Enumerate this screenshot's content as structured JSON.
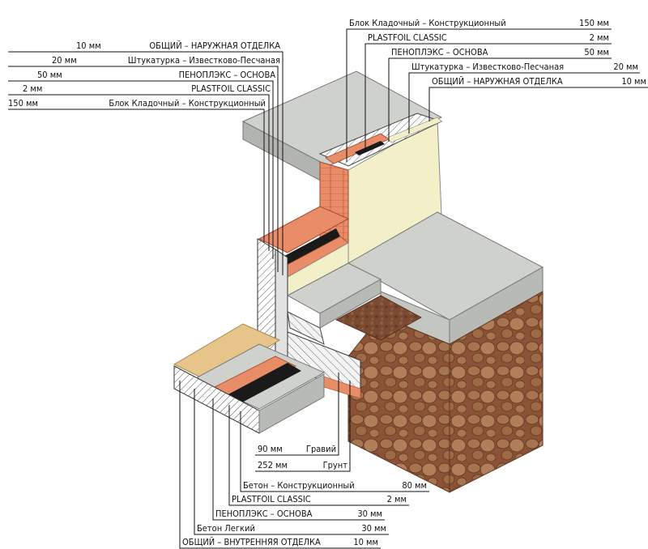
{
  "title": "",
  "colors": {
    "slab_top": "#cfd1cc",
    "slab_side": "#a9aba6",
    "slab_front": "#bdbfba",
    "brick": "#e98c68",
    "brick_dark": "#c66344",
    "insulation": "#1a1a1a",
    "plaster": "#f3efc9",
    "plaster_side": "#e4dfb3",
    "gravel": "#a6744e",
    "soil": "#8a5236",
    "wood": "#e6c48a",
    "hatch": "#ffffff"
  },
  "labels_wall_left": [
    {
      "thickness": "10 мм",
      "text": "ОБЩИЙ – НАРУЖНАЯ ОТДЕЛКА"
    },
    {
      "thickness": "20 мм",
      "text": "Штукатурка – Известково-Песчаная"
    },
    {
      "thickness": "50 мм",
      "text": "ПЕНОПЛЭКС – ОСНОВА"
    },
    {
      "thickness": "2 мм",
      "text": "PLASTFOIL CLASSIC"
    },
    {
      "thickness": "150 мм",
      "text": "Блок Кладочный – Конструкционный"
    }
  ],
  "labels_wall_right": [
    {
      "text": "Блок Кладочный – Конструкционный",
      "thickness": "150 мм"
    },
    {
      "text": "PLASTFOIL CLASSIC",
      "thickness": "2 мм"
    },
    {
      "text": "ПЕНОПЛЭКС – ОСНОВА",
      "thickness": "50 мм"
    },
    {
      "text": "Штукатурка – Известково-Песчаная",
      "thickness": "20 мм"
    },
    {
      "text": "ОБЩИЙ – НАРУЖНАЯ ОТДЕЛКА",
      "thickness": "10 мм"
    }
  ],
  "labels_ground": [
    {
      "thickness": "90 мм",
      "text": "Гравий"
    },
    {
      "thickness": "252 мм",
      "text": "Грунт"
    }
  ],
  "labels_floor": [
    {
      "text": "Бетон – Конструкционный",
      "thickness": "80 мм"
    },
    {
      "text": "PLASTFOIL CLASSIC",
      "thickness": "2 мм"
    },
    {
      "text": "ПЕНОПЛЭКС – ОСНОВА",
      "thickness": "30 мм"
    },
    {
      "text": "Бетон Легкий",
      "thickness": "30 мм"
    },
    {
      "text": "ОБЩИЙ – ВНУТРЕННЯЯ ОТДЕЛКА",
      "thickness": "10 мм"
    }
  ]
}
